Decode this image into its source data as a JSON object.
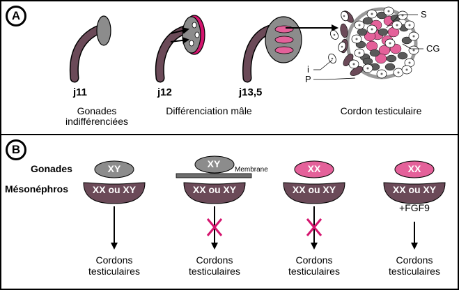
{
  "panelA": {
    "letter": "A",
    "stages": [
      {
        "day": "j11",
        "caption": [
          "Gonades",
          "indifférenciées"
        ]
      },
      {
        "day": "j12",
        "caption": [
          "Différenciation mâle"
        ]
      },
      {
        "day": "j13,5",
        "caption": []
      },
      {
        "day": "",
        "caption": [
          "Cordon testiculaire"
        ]
      }
    ],
    "labels": {
      "S": "S",
      "CG": "CG",
      "i": "i",
      "P": "P"
    }
  },
  "panelB": {
    "letter": "B",
    "row_labels": {
      "gonades": "Gonades",
      "mesonephros": "Mésonéphros"
    },
    "membrane": "Membrane",
    "columns": [
      {
        "gonad": "XY",
        "gonad_color": "#8c8c8c",
        "meso": "XX ou XY",
        "blocked": false,
        "extra": "",
        "result": [
          "Cordons",
          "testiculaires"
        ]
      },
      {
        "gonad": "XY",
        "gonad_color": "#8c8c8c",
        "meso": "XX ou XY",
        "blocked": true,
        "extra": "",
        "result": [
          "Cordons",
          "testiculaires"
        ]
      },
      {
        "gonad": "XX",
        "gonad_color": "#e4619a",
        "meso": "XX ou XY",
        "blocked": true,
        "extra": "",
        "result": [
          "Cordons",
          "testiculaires"
        ]
      },
      {
        "gonad": "XX",
        "gonad_color": "#e4619a",
        "meso": "XX ou XY",
        "blocked": false,
        "extra": "+FGF9",
        "result": [
          "Cordons",
          "testiculaires"
        ]
      }
    ]
  },
  "colors": {
    "meso": "#6b4a58",
    "gray": "#8c8c8c",
    "pink": "#e4619a",
    "cross": "#d4146e"
  }
}
